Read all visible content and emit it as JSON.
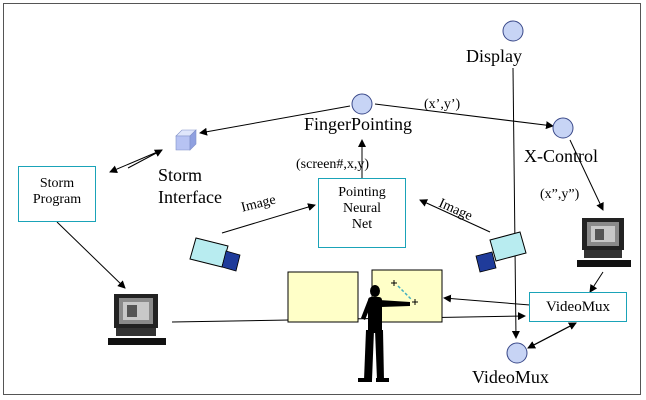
{
  "nodes": {
    "display": "Display",
    "finger_pointing": "FingerPointing",
    "x_control": "X-Control",
    "storm_interface_line1": "Storm",
    "storm_interface_line2": "Interface",
    "videomux_node": "VideoMux"
  },
  "boxes": {
    "storm_program_line1": "Storm",
    "storm_program_line2": "Program",
    "pnn_line1": "Pointing",
    "pnn_line2": "Neural",
    "pnn_line3": "Net",
    "videomux_box": "VideoMux"
  },
  "edge_labels": {
    "xy_prime": "(x’,y’)",
    "screen_xy": "(screen#,x,y)",
    "image_left": "Image",
    "image_right": "Image",
    "xy_double_prime": "(x”,y”)"
  },
  "icons": [
    "circle-node-icon",
    "cube-icon",
    "camera-icon",
    "computer-icon",
    "person-silhouette-icon",
    "cursor-crosshair-icon"
  ],
  "colors": {
    "node_fill": "#c7d4f5",
    "node_stroke": "#3b4a8a",
    "box_border": "#1aa3b8",
    "panel_fill": "#ffffc8",
    "camera_fill": "#b8ecf0",
    "cube_fill": "#b7c3f3"
  }
}
